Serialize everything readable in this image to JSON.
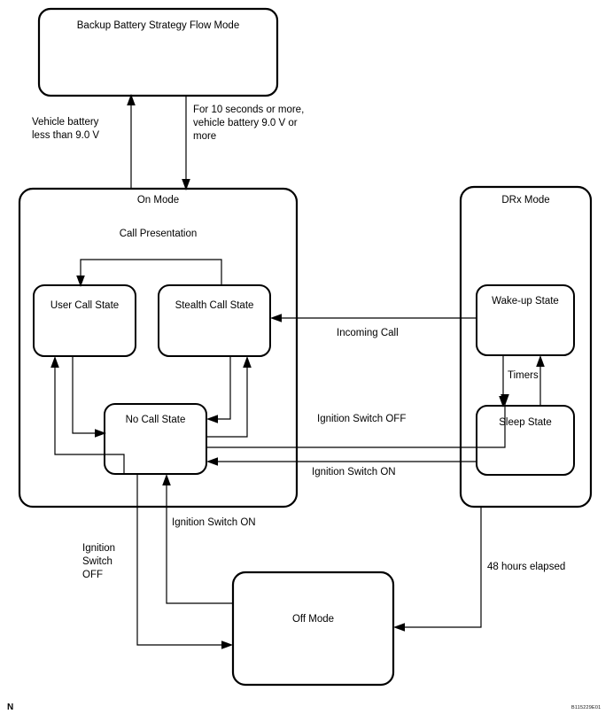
{
  "diagram": {
    "title": "Backup Battery Strategy Flow Mode",
    "page_marker": "N",
    "figure_code": "B115229E01",
    "nodes": [
      {
        "id": "backup-battery-strategy-flow-mode",
        "label": "Backup Battery Strategy Flow Mode",
        "type": "container"
      },
      {
        "id": "on-mode",
        "label": "On Mode",
        "type": "container"
      },
      {
        "id": "call-presentation",
        "label": "Call Presentation",
        "type": "group-label"
      },
      {
        "id": "user-call-state",
        "label": "User Call State",
        "type": "state"
      },
      {
        "id": "stealth-call-state",
        "label": "Stealth Call State",
        "type": "state"
      },
      {
        "id": "no-call-state",
        "label": "No Call State",
        "type": "state"
      },
      {
        "id": "drx-mode",
        "label": "DRx Mode",
        "type": "container"
      },
      {
        "id": "wake-up-state",
        "label": "Wake-up State",
        "type": "state"
      },
      {
        "id": "sleep-state",
        "label": "Sleep State",
        "type": "state"
      },
      {
        "id": "off-mode",
        "label": "Off Mode",
        "type": "container"
      }
    ],
    "edges": [
      {
        "id": "on-to-backup",
        "from": "on-mode",
        "to": "backup-battery-strategy-flow-mode",
        "label": "Vehicle battery\nless than 9.0 V"
      },
      {
        "id": "backup-to-on",
        "from": "backup-battery-strategy-flow-mode",
        "to": "on-mode",
        "label": "For 10 seconds or more,\nvehicle battery 9.0 V or\nmore"
      },
      {
        "id": "wakeup-to-stealth",
        "from": "wake-up-state",
        "to": "stealth-call-state",
        "label": "Incoming Call"
      },
      {
        "id": "wakeup-sleep-timers",
        "from": "wake-up-state",
        "to": "sleep-state",
        "label": "Timers"
      },
      {
        "id": "nocall-to-sleep",
        "from": "no-call-state",
        "to": "sleep-state",
        "label": "Ignition Switch OFF"
      },
      {
        "id": "sleep-to-nocall",
        "from": "sleep-state",
        "to": "no-call-state",
        "label": "Ignition Switch ON"
      },
      {
        "id": "offmode-to-nocall",
        "from": "off-mode",
        "to": "no-call-state",
        "label": "Ignition Switch ON"
      },
      {
        "id": "nocall-to-offmode",
        "from": "no-call-state",
        "to": "off-mode",
        "label": "Ignition\nSwitch\nOFF"
      },
      {
        "id": "drx-to-offmode",
        "from": "drx-mode",
        "to": "off-mode",
        "label": "48 hours elapsed"
      },
      {
        "id": "stealth-to-user",
        "from": "stealth-call-state",
        "to": "user-call-state",
        "label": ""
      },
      {
        "id": "user-to-nocall",
        "from": "user-call-state",
        "to": "no-call-state",
        "label": ""
      },
      {
        "id": "nocall-to-user",
        "from": "no-call-state",
        "to": "user-call-state",
        "label": ""
      },
      {
        "id": "stealth-to-nocall",
        "from": "stealth-call-state",
        "to": "no-call-state",
        "label": ""
      },
      {
        "id": "nocall-to-stealth",
        "from": "no-call-state",
        "to": "stealth-call-state",
        "label": ""
      }
    ],
    "labels": {
      "backup_box": "Backup Battery Strategy Flow Mode",
      "on_mode": "On Mode",
      "call_presentation": "Call Presentation",
      "user_call_state": "User Call State",
      "stealth_call_state": "Stealth Call State",
      "no_call_state": "No Call State",
      "drx_mode": "DRx Mode",
      "wake_up_state": "Wake-up State",
      "sleep_state": "Sleep State",
      "off_mode": "Off Mode",
      "vehicle_battery_less": "Vehicle battery\nless than 9.0 V",
      "for_10_seconds": "For 10 seconds or more,\nvehicle battery 9.0 V or\nmore",
      "incoming_call": "Incoming Call",
      "timers": "Timers",
      "ignition_switch_off_right": "Ignition Switch OFF",
      "ignition_switch_on_right": "Ignition Switch ON",
      "ignition_switch_on_bottom": "Ignition Switch ON",
      "ignition_switch_off_bottom": "Ignition\nSwitch\nOFF",
      "hours_elapsed": "48 hours elapsed",
      "page_marker": "N",
      "figure_code": "B115229E01"
    },
    "colors": {
      "stroke": "#000000",
      "fill": "#ffffff",
      "text": "#000000"
    }
  }
}
